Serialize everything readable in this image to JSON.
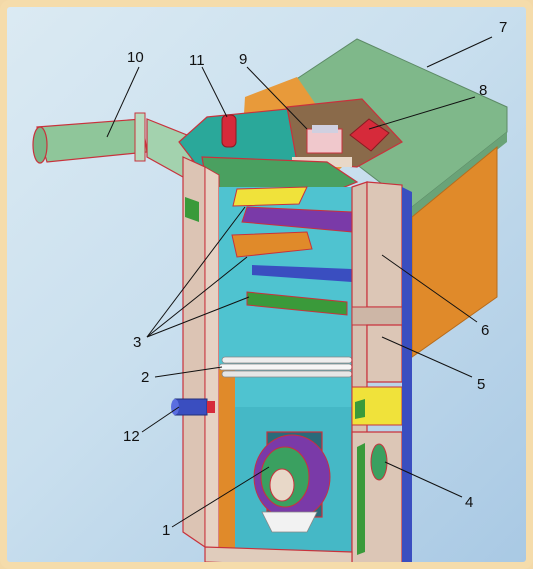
{
  "labels": {
    "l1": "1",
    "l2": "2",
    "l3": "3",
    "l4": "4",
    "l5": "5",
    "l6": "6",
    "l7": "7",
    "l8": "8",
    "l9": "9",
    "l10": "10",
    "l11": "11",
    "l12": "12"
  },
  "colors": {
    "background": "#cfe2ef",
    "frame": "#f5dcab",
    "outline": "#c8323c",
    "roof": "#7fb88a",
    "orange_panel": "#e08a2a",
    "wall": "#d9c2b2",
    "cyan": "#4fc3d0",
    "purple": "#7a3aa8",
    "yellow": "#f0e23a",
    "green": "#3a9a3a",
    "blue": "#3a4ec0"
  }
}
